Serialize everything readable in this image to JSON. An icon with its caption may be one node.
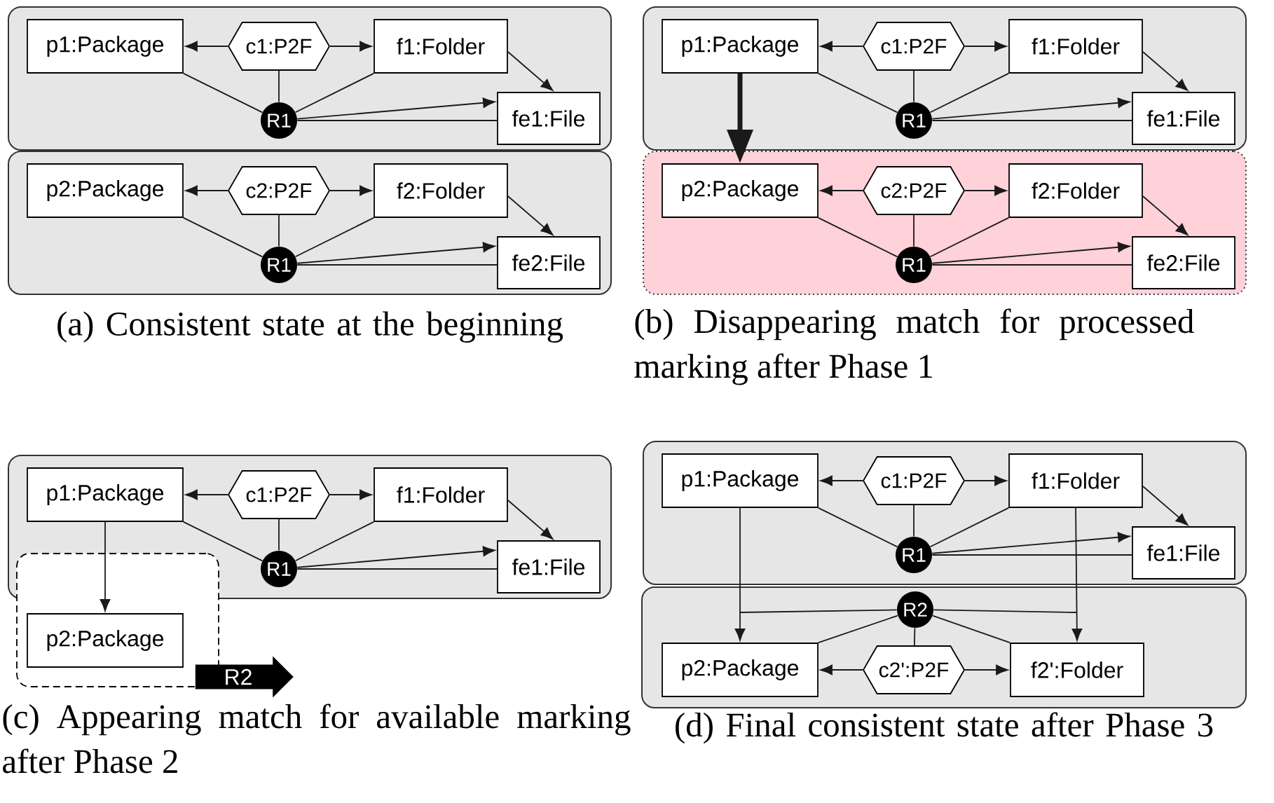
{
  "diagram": {
    "nodes": [
      {
        "text": [],
        "shape": "box"
      },
      {
        "text": [
          "p1:Package"
        ],
        "in": 0
      },
      {
        "text": [
          "c1:P2F"
        ],
        "in": 0
      },
      {
        "text": [
          "f1:Folder"
        ],
        "in": 0
      },
      {
        "text": [
          "fe1:File"
        ],
        "in": 0
      },
      {
        "text": [
          "R1"
        ],
        "in": 0
      },
      {
        "text": [],
        "shape": "box"
      },
      {
        "text": [
          "p2:Package"
        ],
        "in": 6
      },
      {
        "text": [
          "c2:P2F"
        ],
        "in": 6
      },
      {
        "text": [
          "f2:Folder"
        ],
        "in": 6
      },
      {
        "text": [
          "fe2:File"
        ],
        "in": 6
      },
      {
        "text": [
          "R1"
        ],
        "in": 6
      },
      {
        "text": [],
        "shape": "box"
      },
      {
        "text": [
          "p1:Package"
        ],
        "in": 12
      },
      {
        "text": [
          "c1:P2F"
        ],
        "in": 12
      },
      {
        "text": [
          "f1:Folder"
        ],
        "in": 12
      },
      {
        "text": [
          "fe1:File"
        ],
        "in": 12
      },
      {
        "text": [
          "R1"
        ],
        "in": 12
      },
      {
        "text": [],
        "shape": "box"
      },
      {
        "text": [
          "p2:Package"
        ],
        "in": 18
      },
      {
        "text": [
          "c2:P2F"
        ],
        "in": 18
      },
      {
        "text": [
          "f2:Folder"
        ],
        "in": 18
      },
      {
        "text": [
          "fe2:File"
        ],
        "in": 18
      },
      {
        "text": [
          "R1"
        ],
        "in": 18
      },
      {
        "text": [],
        "shape": "box"
      },
      {
        "text": [
          "p1:Package"
        ],
        "in": 24
      },
      {
        "text": [
          "c1:P2F"
        ],
        "in": 24
      },
      {
        "text": [
          "f1:Folder"
        ],
        "in": 24
      },
      {
        "text": [
          "fe1:File"
        ],
        "in": 24
      },
      {
        "text": [
          "R1"
        ],
        "in": 24
      },
      {
        "text": [],
        "shape": "box"
      },
      {
        "text": [
          "p2:Package"
        ],
        "in": 30
      },
      {
        "text": [
          "R2"
        ]
      },
      {
        "text": [],
        "shape": "box"
      },
      {
        "text": [
          "p1:Package"
        ],
        "in": 33
      },
      {
        "text": [
          "c1:P2F"
        ],
        "in": 33
      },
      {
        "text": [
          "f1:Folder"
        ],
        "in": 33
      },
      {
        "text": [
          "fe1:File"
        ],
        "in": 33
      },
      {
        "text": [
          "R1"
        ],
        "in": 33
      },
      {
        "text": [],
        "shape": "box"
      },
      {
        "text": [
          "R2"
        ],
        "in": 39
      },
      {
        "text": [
          "p2:Package"
        ],
        "in": 39
      },
      {
        "text": [
          "c2':P2F"
        ],
        "in": 39
      },
      {
        "text": [
          "f2':Folder"
        ],
        "in": 39
      }
    ],
    "edges": [
      {
        "from": 2,
        "to": 1,
        "arrow": "to"
      },
      {
        "from": 2,
        "to": 3,
        "arrow": "to"
      },
      {
        "from": 3,
        "to": 4,
        "arrow": "to"
      },
      {
        "from": 5,
        "to": 1,
        "arrow": "none"
      },
      {
        "from": 5,
        "to": 2,
        "arrow": "none"
      },
      {
        "from": 5,
        "to": 3,
        "arrow": "none"
      },
      {
        "from": 5,
        "to": 4,
        "arrow": "to"
      },
      {
        "from": 5,
        "to": 4,
        "arrow": "none"
      },
      {
        "from": 8,
        "to": 7,
        "arrow": "to"
      },
      {
        "from": 8,
        "to": 9,
        "arrow": "to"
      },
      {
        "from": 9,
        "to": 10,
        "arrow": "to"
      },
      {
        "from": 11,
        "to": 7,
        "arrow": "none"
      },
      {
        "from": 11,
        "to": 8,
        "arrow": "none"
      },
      {
        "from": 11,
        "to": 9,
        "arrow": "none"
      },
      {
        "from": 11,
        "to": 10,
        "arrow": "to"
      },
      {
        "from": 11,
        "to": 10,
        "arrow": "none"
      },
      {
        "from": 14,
        "to": 13,
        "arrow": "to"
      },
      {
        "from": 14,
        "to": 15,
        "arrow": "to"
      },
      {
        "from": 15,
        "to": 16,
        "arrow": "to"
      },
      {
        "from": 17,
        "to": 13,
        "arrow": "none"
      },
      {
        "from": 17,
        "to": 14,
        "arrow": "none"
      },
      {
        "from": 17,
        "to": 15,
        "arrow": "none"
      },
      {
        "from": 17,
        "to": 16,
        "arrow": "to"
      },
      {
        "from": 17,
        "to": 16,
        "arrow": "none"
      },
      {
        "from": 20,
        "to": 19,
        "arrow": "to"
      },
      {
        "from": 20,
        "to": 21,
        "arrow": "to"
      },
      {
        "from": 21,
        "to": 22,
        "arrow": "to"
      },
      {
        "from": 23,
        "to": 19,
        "arrow": "none"
      },
      {
        "from": 23,
        "to": 20,
        "arrow": "none"
      },
      {
        "from": 23,
        "to": 21,
        "arrow": "none"
      },
      {
        "from": 23,
        "to": 22,
        "arrow": "to"
      },
      {
        "from": 23,
        "to": 22,
        "arrow": "none"
      },
      {
        "from": 26,
        "to": 25,
        "arrow": "to"
      },
      {
        "from": 26,
        "to": 27,
        "arrow": "to"
      },
      {
        "from": 27,
        "to": 28,
        "arrow": "to"
      },
      {
        "from": 29,
        "to": 25,
        "arrow": "none"
      },
      {
        "from": 29,
        "to": 26,
        "arrow": "none"
      },
      {
        "from": 29,
        "to": 27,
        "arrow": "none"
      },
      {
        "from": 29,
        "to": 28,
        "arrow": "to"
      },
      {
        "from": 29,
        "to": 28,
        "arrow": "none"
      },
      {
        "from": 35,
        "to": 34,
        "arrow": "to"
      },
      {
        "from": 35,
        "to": 36,
        "arrow": "to"
      },
      {
        "from": 36,
        "to": 37,
        "arrow": "to"
      },
      {
        "from": 38,
        "to": 34,
        "arrow": "none"
      },
      {
        "from": 38,
        "to": 35,
        "arrow": "none"
      },
      {
        "from": 38,
        "to": 36,
        "arrow": "none"
      },
      {
        "from": 38,
        "to": 37,
        "arrow": "to"
      },
      {
        "from": 38,
        "to": 37,
        "arrow": "none"
      },
      {
        "from": 13,
        "to": 19,
        "arrow": "to",
        "style": "thick"
      },
      {
        "from": 25,
        "to": 31,
        "arrow": "to"
      },
      {
        "from": 34,
        "to": 41,
        "arrow": "to"
      },
      {
        "from": 36,
        "to": 43,
        "arrow": "to"
      },
      {
        "from": 42,
        "to": 41,
        "arrow": "to"
      },
      {
        "from": 42,
        "to": 43,
        "arrow": "to"
      },
      {
        "from": 40,
        "to": 41,
        "arrow": "none"
      },
      {
        "from": 40,
        "to": 42,
        "arrow": "none"
      },
      {
        "from": 40,
        "to": 43,
        "arrow": "none"
      },
      {
        "from": 40,
        "to": null,
        "arrow": "none"
      },
      {
        "from": 40,
        "to": null,
        "arrow": "none"
      }
    ],
    "labels": [
      "(a) Consistent state at the beginning",
      "(b) Disappearing match for processed marking after Phase 1",
      "(c) Appearing match for available marking after Phase 2",
      "(d) Final consistent state after Phase 3"
    ]
  }
}
